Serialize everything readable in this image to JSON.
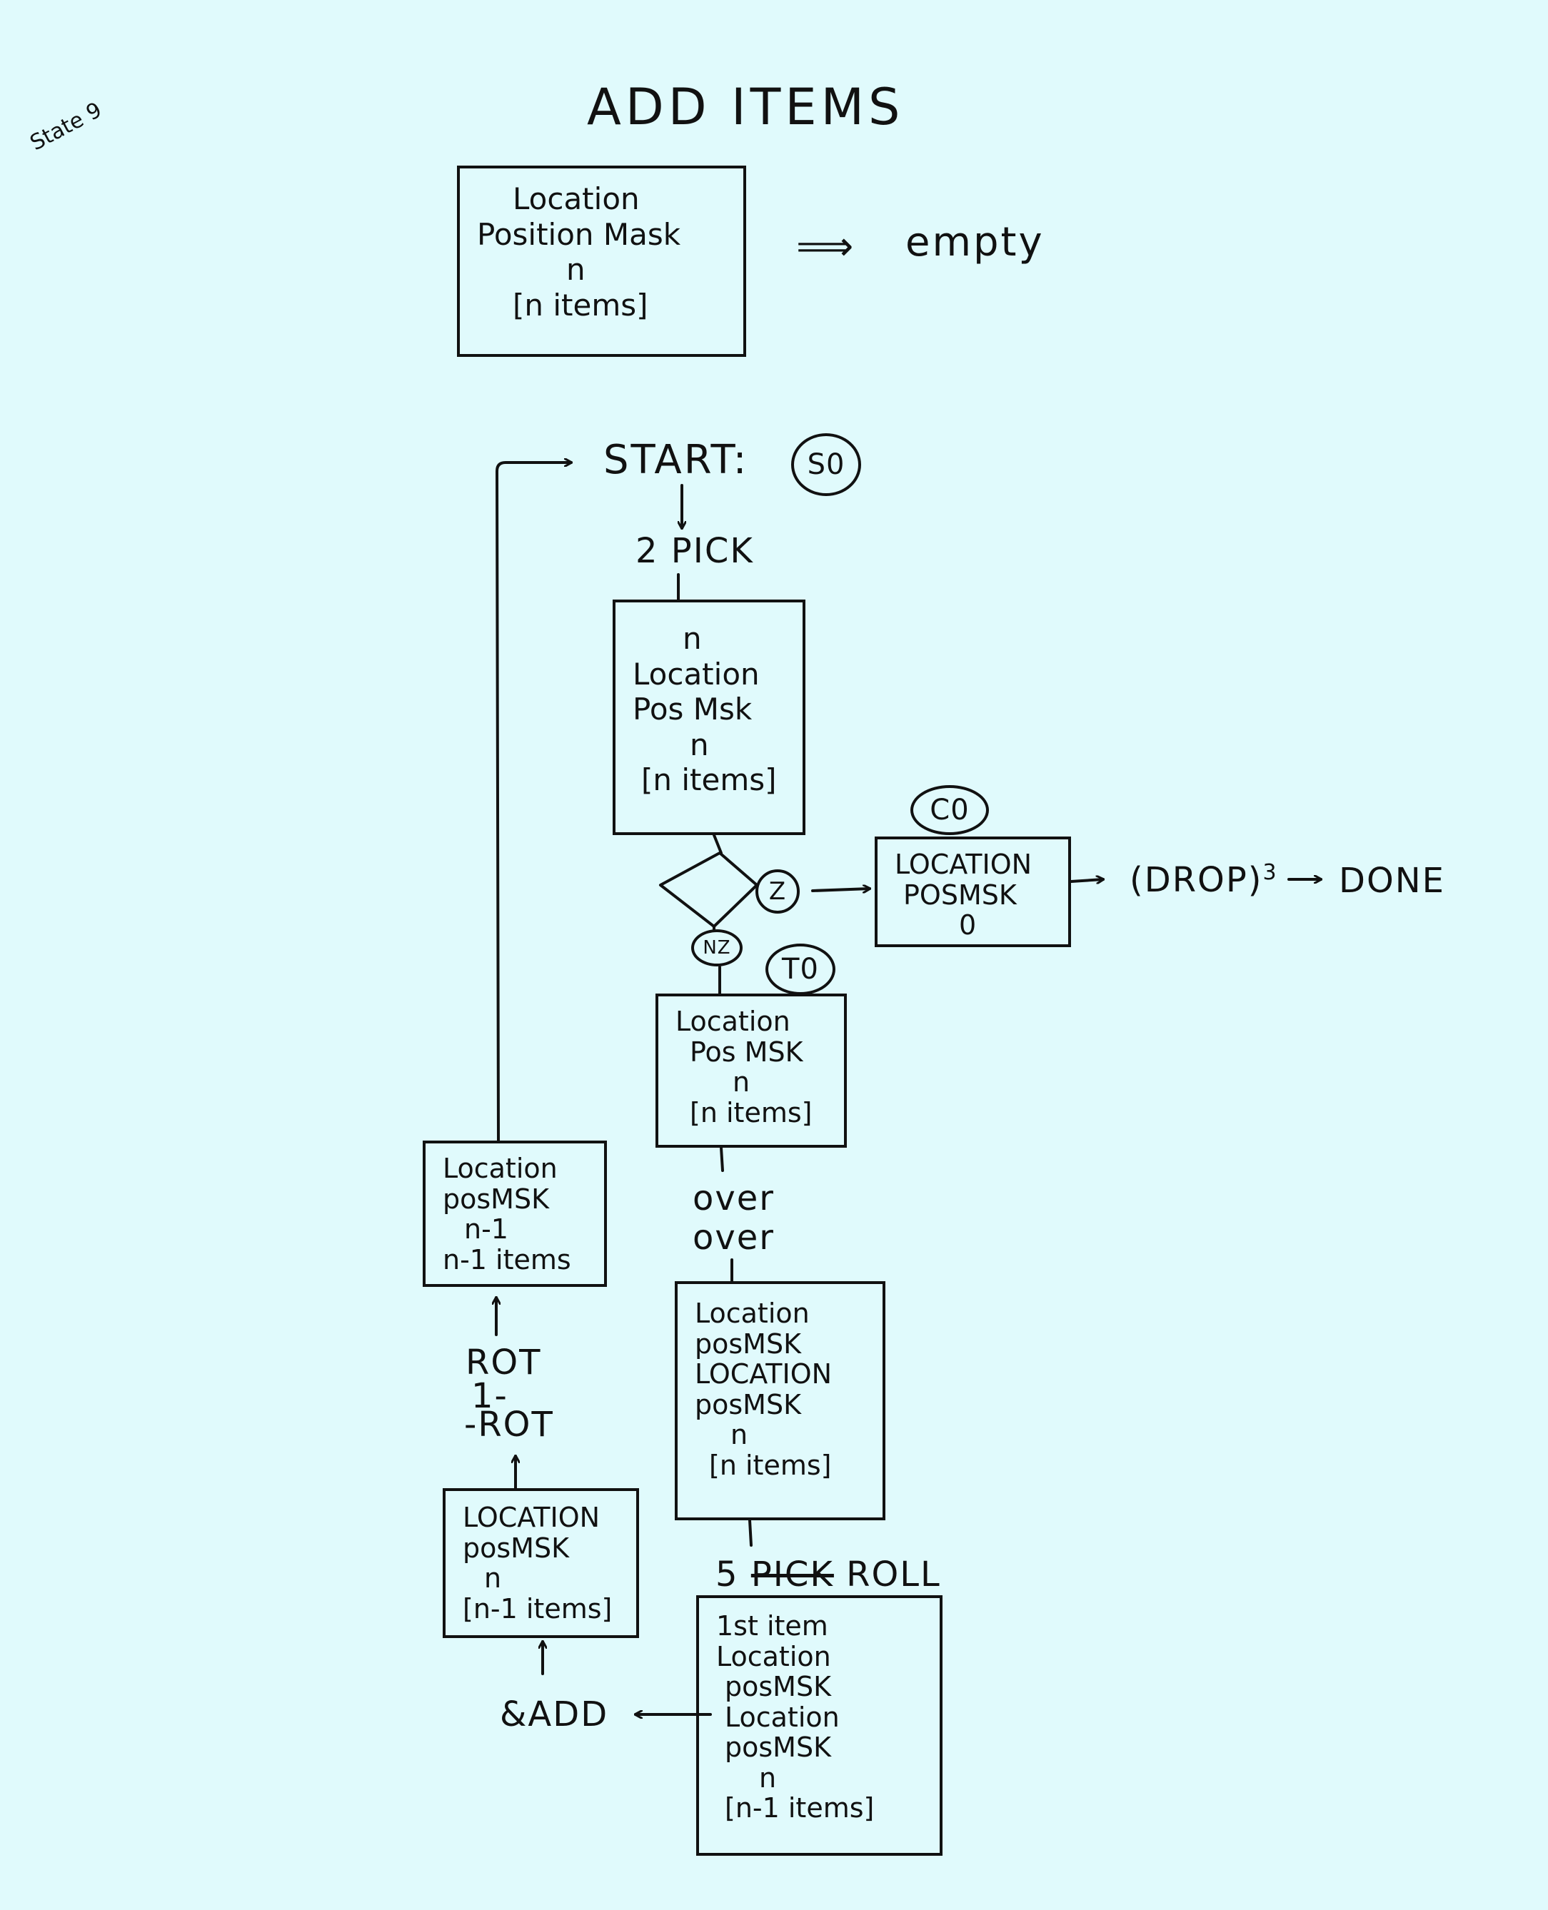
{
  "corner_note": "State 9",
  "title": "ADD ITEMS",
  "summary": {
    "box_lines": [
      "Location",
      "Position Mask",
      "n",
      "[n items]"
    ],
    "arrow": "⟹",
    "result": "empty"
  },
  "start": {
    "label": "START:",
    "state": "S0"
  },
  "step_pick": "2 PICK",
  "box1": [
    "n",
    "Location",
    "Pos Msk",
    "n",
    "[n items]"
  ],
  "decision": {
    "zero_label": "Z",
    "nonzero_label": "NZ"
  },
  "state_c0": "C0",
  "box_c0": [
    "LOCATION",
    "POSMSK",
    "0"
  ],
  "drop": {
    "text": "(DROP)",
    "power": "3"
  },
  "done": "DONE",
  "state_t0": "T0",
  "box_t0": [
    "Location",
    "Pos MSK",
    "n",
    "[n items]"
  ],
  "over_lines": [
    "over",
    "over"
  ],
  "box_over": [
    "Location",
    "posMSK",
    "LOCATION",
    "posMSK",
    "n",
    "[n items]"
  ],
  "roll": {
    "prefix": "5",
    "struck": "PICK",
    "suffix": "ROLL"
  },
  "box_roll": [
    "1st item",
    "Location",
    "posMSK",
    "Location",
    "posMSK",
    "n",
    "[n-1 items]"
  ],
  "add_label": "&ADD",
  "box_add": [
    "LOCATION",
    "posMSK",
    "n",
    "[n-1 items]"
  ],
  "rot_lines": [
    "ROT",
    "1-",
    "-ROT"
  ],
  "box_loop": [
    "Location",
    "posMSK",
    "n-1",
    "n-1 items"
  ]
}
